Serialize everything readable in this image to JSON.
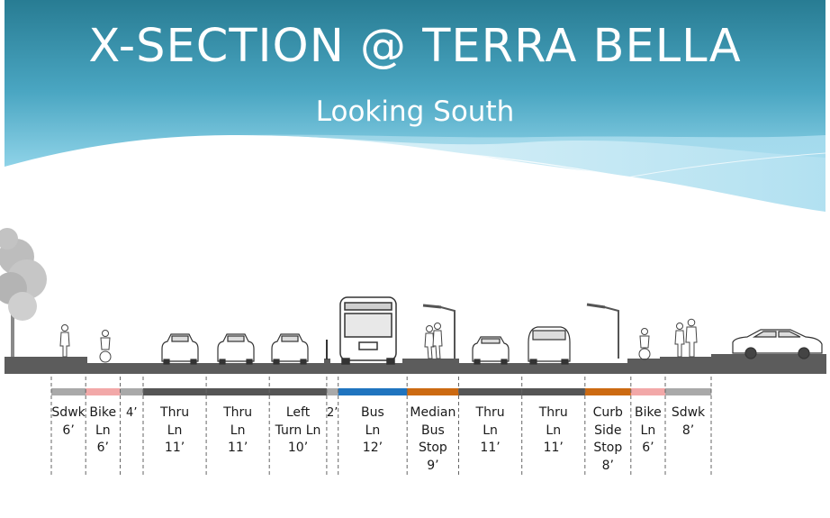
{
  "header": {
    "title": "X-SECTION @ TERRA BELLA",
    "subtitle": "Looking South"
  },
  "colors": {
    "header_top": "#2a7f96",
    "header_bottom": "#8fd2e6",
    "sidewalk": "#a9a9a9",
    "bike_lane": "#f2a8a8",
    "travel_lane": "#555555",
    "bus_lane": "#1f74bf",
    "bus_stop": "#cc6a12",
    "ground": "#5a5a5a"
  },
  "segments": [
    {
      "id": "sdwk-left",
      "lines": [
        "Sdwk",
        "6’"
      ],
      "width_ft": 6,
      "kind": "sidewalk"
    },
    {
      "id": "bike-left",
      "lines": [
        "Bike",
        "Ln",
        "6’"
      ],
      "width_ft": 6,
      "kind": "bike"
    },
    {
      "id": "buffer-left",
      "lines": [
        "4’"
      ],
      "width_ft": 4,
      "kind": "sidewalk"
    },
    {
      "id": "thru-1",
      "lines": [
        "Thru",
        "Ln",
        "11’"
      ],
      "width_ft": 11,
      "kind": "travel"
    },
    {
      "id": "thru-2",
      "lines": [
        "Thru",
        "Ln",
        "11’"
      ],
      "width_ft": 11,
      "kind": "travel"
    },
    {
      "id": "left-turn",
      "lines": [
        "Left",
        "Turn Ln",
        "10’"
      ],
      "width_ft": 10,
      "kind": "travel"
    },
    {
      "id": "buffer-mid",
      "lines": [
        "2’"
      ],
      "width_ft": 2,
      "kind": "sidewalk"
    },
    {
      "id": "bus-lane",
      "lines": [
        "Bus",
        "Ln",
        "12’"
      ],
      "width_ft": 12,
      "kind": "bus"
    },
    {
      "id": "median-stop",
      "lines": [
        "Median",
        "Bus",
        "Stop",
        "9’"
      ],
      "width_ft": 9,
      "kind": "stop"
    },
    {
      "id": "thru-3",
      "lines": [
        "Thru",
        "Ln",
        "11’"
      ],
      "width_ft": 11,
      "kind": "travel"
    },
    {
      "id": "thru-4",
      "lines": [
        "Thru",
        "Ln",
        "11’"
      ],
      "width_ft": 11,
      "kind": "travel"
    },
    {
      "id": "curb-stop",
      "lines": [
        "Curb",
        "Side",
        "Stop",
        "8’"
      ],
      "width_ft": 8,
      "kind": "stop"
    },
    {
      "id": "bike-right",
      "lines": [
        "Bike",
        "Ln",
        "6’"
      ],
      "width_ft": 6,
      "kind": "bike"
    },
    {
      "id": "sdwk-right",
      "lines": [
        "Sdwk",
        "8’"
      ],
      "width_ft": 8,
      "kind": "sidewalk"
    }
  ]
}
